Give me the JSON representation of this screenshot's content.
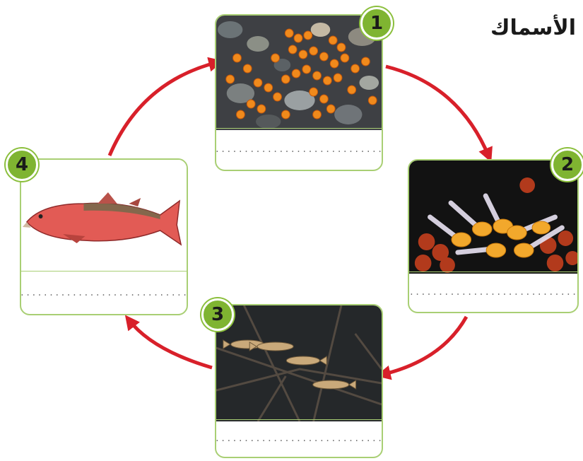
{
  "title": "الأسماك",
  "accent_colors": {
    "border": "#a9cf74",
    "badge": "#7fb431",
    "arrow": "#d8202a"
  },
  "stages": [
    {
      "number": "1",
      "photo": "fish-eggs-on-pebbles",
      "blank": "..............................."
    },
    {
      "number": "2",
      "photo": "hatching-alevins",
      "blank": "..............................."
    },
    {
      "number": "3",
      "photo": "young-fish-fry",
      "blank": "..............................."
    },
    {
      "number": "4",
      "photo": "adult-salmon",
      "blank": "..............................."
    }
  ]
}
